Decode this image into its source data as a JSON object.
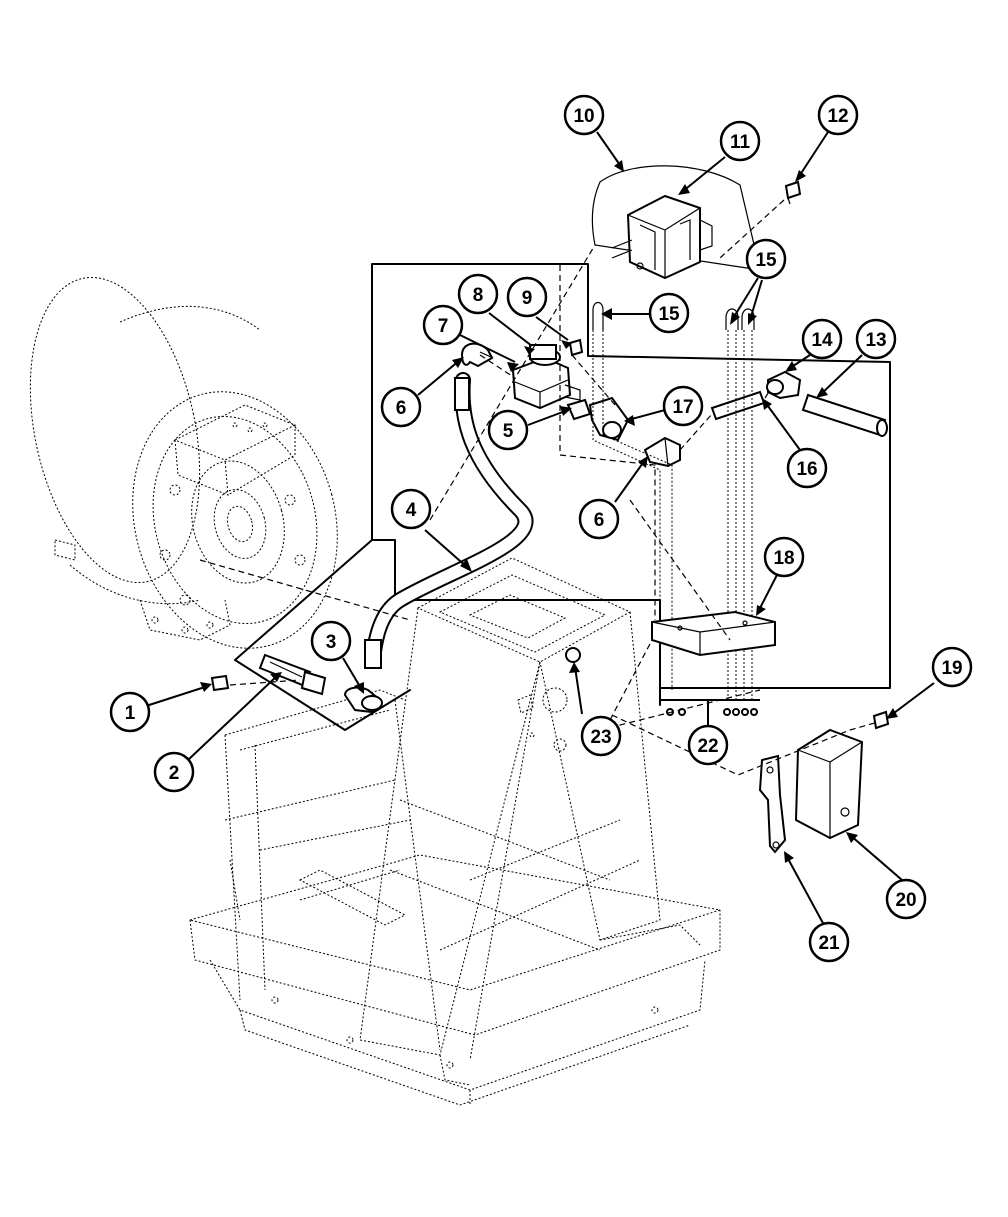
{
  "callouts": [
    {
      "id": "1",
      "label": "1"
    },
    {
      "id": "2",
      "label": "2"
    },
    {
      "id": "3",
      "label": "3"
    },
    {
      "id": "4",
      "label": "4"
    },
    {
      "id": "5",
      "label": "5"
    },
    {
      "id": "6a",
      "label": "6"
    },
    {
      "id": "6b",
      "label": "6"
    },
    {
      "id": "7",
      "label": "7"
    },
    {
      "id": "8",
      "label": "8"
    },
    {
      "id": "9",
      "label": "9"
    },
    {
      "id": "10",
      "label": "10"
    },
    {
      "id": "11",
      "label": "11"
    },
    {
      "id": "12",
      "label": "12"
    },
    {
      "id": "13",
      "label": "13"
    },
    {
      "id": "14",
      "label": "14"
    },
    {
      "id": "15a",
      "label": "15"
    },
    {
      "id": "15b",
      "label": "15"
    },
    {
      "id": "16",
      "label": "16"
    },
    {
      "id": "17",
      "label": "17"
    },
    {
      "id": "18",
      "label": "18"
    },
    {
      "id": "19",
      "label": "19"
    },
    {
      "id": "20",
      "label": "20"
    },
    {
      "id": "21",
      "label": "21"
    },
    {
      "id": "22",
      "label": "22"
    },
    {
      "id": "23",
      "label": "23"
    }
  ]
}
